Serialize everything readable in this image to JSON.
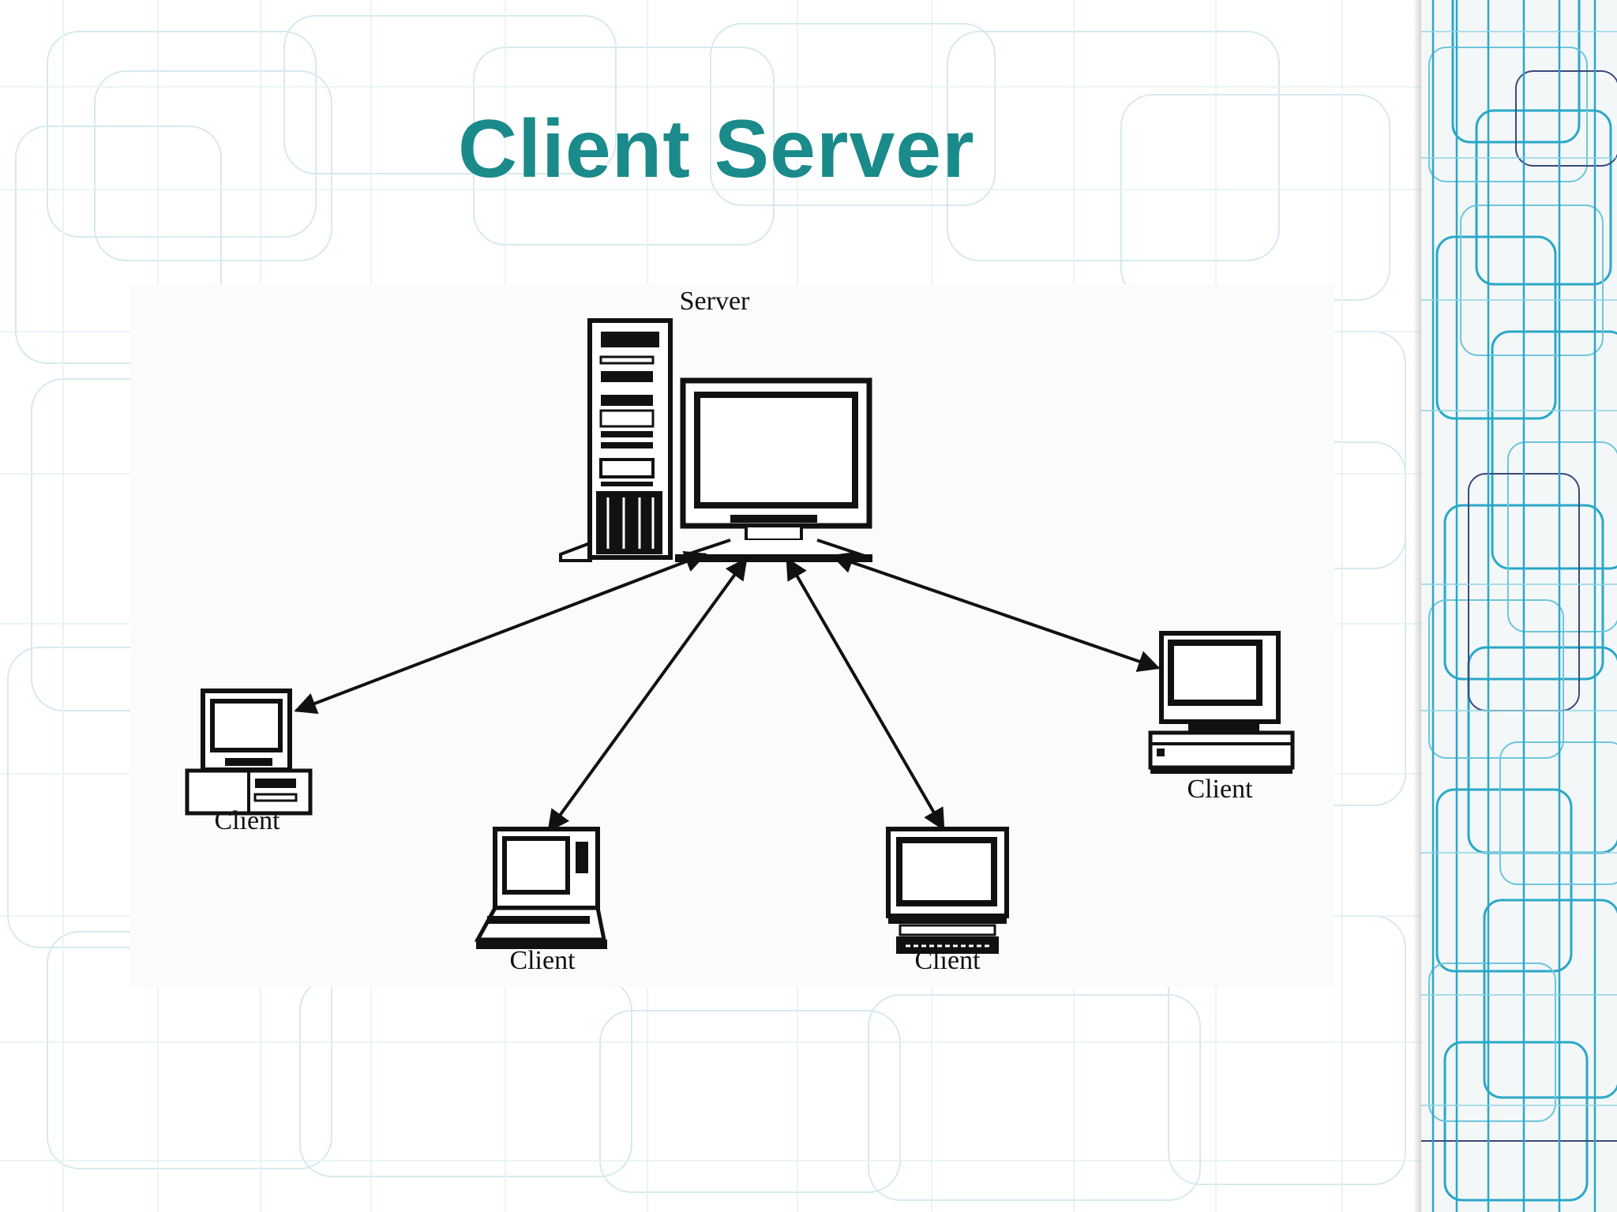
{
  "slide": {
    "title": "Client Server"
  },
  "diagram": {
    "server": {
      "label": "Server"
    },
    "clients": [
      {
        "label": "Client",
        "device": "desktop-computer-icon"
      },
      {
        "label": "Client",
        "device": "laptop-computer-icon"
      },
      {
        "label": "Client",
        "device": "terminal-computer-icon"
      },
      {
        "label": "Client",
        "device": "workstation-computer-icon"
      }
    ],
    "connections": "bidirectional"
  },
  "colors": {
    "title": "#1a8a8a",
    "pattern_light": "#cfe6ec",
    "pattern_accent": "#2aa8c8",
    "pattern_dark": "#3a4a7a",
    "ink": "#111111"
  }
}
